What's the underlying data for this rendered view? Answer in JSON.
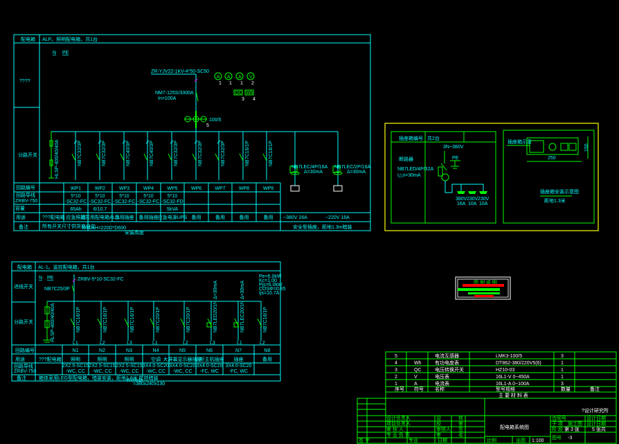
{
  "colors": {
    "line": "#00ffff",
    "green": "#00ff00",
    "frame": "#ffff00",
    "magenta": "#ff00ff",
    "red": "#ff0000"
  },
  "panel1": {
    "header_label": "配电箱",
    "header_title": "ALP。照明配电箱，共1台",
    "row_label_in": "????",
    "row_label_branch": "分路开关",
    "bus_labels": [
      "N",
      "PE"
    ],
    "feed_cable": "ZR-YJV22-1KV-4*50-SC50",
    "main_breaker": "NM7-125S/3300A",
    "main_in": "In=100A",
    "ct_label": "100/5",
    "ct_num": "5",
    "meters": [
      {
        "sym": "A",
        "num": "1"
      },
      {
        "sym": "A",
        "num": "1"
      },
      {
        "sym": "A",
        "num": "1"
      },
      {
        "sym": "V",
        "num": "2"
      }
    ],
    "meter_boxes": [
      {
        "sym": "QC",
        "num": "3"
      },
      {
        "sym": "Wh",
        "num": "4"
      }
    ],
    "surge": "HLSP-400/40/40A",
    "breakers": [
      "NB7C32/3P",
      "NB7C32/3P",
      "NB7C40/3P",
      "NB7C40/3P",
      "NB7C32/3P",
      "NB7C32/3P",
      "NB7C32/3P",
      "NB7C16/1P",
      "NB7C16/1P"
    ],
    "rcds": [
      {
        "model": "NB7LEC/4P/16A",
        "trip": "Δ=30mA"
      },
      {
        "model": "NB7LEC/2P/16A",
        "trip": "Δ=30mA"
      }
    ],
    "table": {
      "headers": [
        "回路编号",
        "回路导线",
        "容量",
        "用途",
        "备注"
      ],
      "wire_type": "ZRBV-750",
      "circuits": [
        "WP1",
        "WP2",
        "WP3",
        "WP4",
        "WP5",
        "WP6",
        "WP7",
        "WP8",
        "WP9"
      ],
      "wires": [
        [
          "5*10",
          "-SC32-FC"
        ],
        [
          "5*10",
          "-SC32-FC"
        ],
        [
          "5*10",
          "-SC32-FC"
        ],
        [
          "5*10",
          "-SC32-FC"
        ],
        [
          "5*10",
          "-SC32-FD"
        ],
        [
          "",
          ""
        ],
        [
          "",
          ""
        ],
        [
          "",
          ""
        ],
        [
          "",
          ""
        ]
      ],
      "capacity": [
        "65Ah",
        "6/10.7",
        "",
        "",
        "5kVA",
        "",
        "",
        "",
        ""
      ],
      "uses": [
        "应急照明",
        "监控用配电箱AL-1",
        "备用插座",
        "备用插座",
        "应急电源UPS",
        "备用",
        "备用",
        "备用",
        "备用"
      ],
      "use_first": "???配电箱",
      "socket_ratings": [
        "~380V 16A",
        "~220V 16A"
      ],
      "note": "所有开关尺寸供货商自定",
      "note_dim": "WxDxH=220D*D600",
      "note_sub": "安装高度",
      "socket_note": "安全型插座，距地1.3m暗装"
    }
  },
  "panel2": {
    "header_label": "配电箱",
    "header_title": "AL-1。监控配电箱，共1台",
    "row_label_in": "进线开关",
    "row_label_branch": "分路开关",
    "bus_labels": [
      "N",
      "PE"
    ],
    "feed_cable": "ZRBV-5*10-SC32-FC",
    "main_breaker": "NB7C25/3P",
    "calc": [
      "Pe=6.0kW",
      "Kc=1.00",
      "Pjs=6.0kW",
      "COSΦ=0.85",
      "Ijs=10.7A"
    ],
    "surge": "HLSP-400/40/40A",
    "breakers": [
      "NB7C16/1P",
      "NB7C16/1P",
      "NB7C16/1P",
      "NB7C20/1P",
      "NB7C20/1P",
      "NB7LED20/1N Δ=30mA",
      "NB7LEC20/1N Δ=30mA",
      "NB7C16/1P"
    ],
    "phases": [
      "L1",
      "L2",
      "L3",
      "L1",
      "L2",
      "L3",
      "L1",
      "L2"
    ],
    "table": {
      "headers": [
        "回路编号",
        "用途",
        "回路导线",
        "备注"
      ],
      "wire_type": "ZRBV-750",
      "circuits": [
        "N1",
        "N2",
        "N3",
        "N4",
        "N5",
        "N6",
        "N7",
        "N8"
      ],
      "use_first": "???配电箱",
      "uses": [
        "照明",
        "照明",
        "照明",
        "空调",
        "大屏幕显示器插座",
        "机柜主机插座",
        "插座",
        "备用"
      ],
      "wires": [
        [
          "2X2.5-SC15",
          "-WC, CC"
        ],
        [
          "2X2.5-SC15",
          "-WC, CC"
        ],
        [
          "2X2.5-SC15",
          "-WC, CC"
        ],
        [
          "3X4.0-SC20",
          "-WC, CC"
        ],
        [
          "3X4.0-SC20",
          "-WC, CC"
        ],
        [
          "3X4.0-SC20",
          "-FC, WC"
        ],
        [
          "3X4.0-SC20",
          "-FC, WC"
        ],
        [
          "",
          ""
        ]
      ],
      "note": "箱体采用LEG型配电箱，暗装安装，距地1.8米 壁挂暗装",
      "note_dim": "WxHxD",
      "note_dim2": "=380x240x130"
    }
  },
  "detail": {
    "header_label": "插座箱编号",
    "header_title": "共2台",
    "supply": "3N~380V",
    "pe": "PE",
    "breaker_label": "断路器",
    "breaker": "NB7LED/4P/32A",
    "trip": "I△n=30mA",
    "sockets": [
      {
        "v": "380V",
        "a": "16A"
      },
      {
        "v": "230V",
        "a": "10A"
      },
      {
        "v": "230V",
        "a": "10A"
      }
    ],
    "box_label": "插座箱示意",
    "dim_w": "250",
    "dim_h": "150",
    "caption": "插座箱安装示意图",
    "caption_sub": "距地1.3米"
  },
  "legend": {
    "title": "图 例 说 明"
  },
  "materials": {
    "title": "主 要 材 料 表",
    "headers": [
      "序号",
      "符号",
      "名称",
      "型号规格",
      "数量",
      "备注"
    ],
    "rows": [
      [
        "5",
        "",
        "电流互感器",
        "LMK3-100/5",
        "3",
        ""
      ],
      [
        "4",
        "Wh",
        "有功电度表",
        "DT862-380/220V5(6)",
        "1",
        ""
      ],
      [
        "3",
        "QC",
        "电压转换开关",
        "HZ10-03",
        "1",
        ""
      ],
      [
        "2",
        "V",
        "电压表",
        "16L1-V  0~450A",
        "1",
        ""
      ],
      [
        "1",
        "A",
        "电流表",
        "16L1-A  0~100A",
        "3",
        ""
      ]
    ]
  },
  "titleblock": {
    "institute": "?设计研究所",
    "drawing_title": "配电箱系统图",
    "left_labels": [
      "设计负责人",
      "项目负责人",
      "审 核 人",
      "专 业 负 责"
    ],
    "mid_labels": [
      "设",
      "校",
      "审核人",
      "审"
    ],
    "sign": [
      "核",
      "审",
      "签",
      "名"
    ],
    "right_labels": [
      "合同号",
      "子 项",
      "阶 段"
    ],
    "right_vals": [
      "",
      "施工图",
      ""
    ],
    "date_labels": [
      "设计日期",
      "设计日期"
    ],
    "sheet": "第 3 张",
    "total": "5 张共",
    "scale_label": "比例",
    "scale": "1:100",
    "unit_label": "图号",
    "drawing_no": "-3",
    "bottom": [
      "签 字",
      "专业",
      "日期",
      "出图"
    ]
  }
}
